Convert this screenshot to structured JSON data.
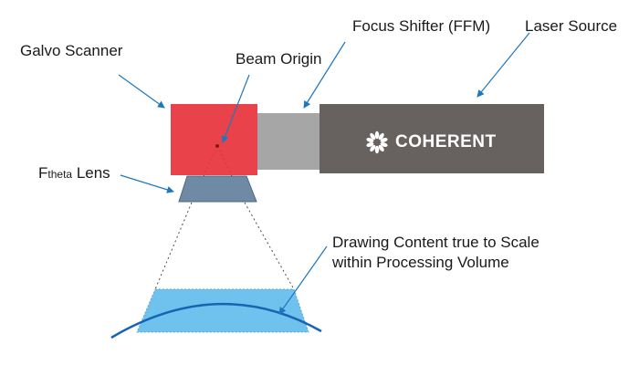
{
  "labels": {
    "galvo_scanner": "Galvo Scanner",
    "beam_origin": "Beam Origin",
    "focus_shifter": "Focus Shifter (FFM)",
    "laser_source": "Laser Source",
    "ftheta_prefix": "F",
    "ftheta_sub": "theta",
    "ftheta_suffix": " Lens",
    "drawing_line1": "Drawing Content true to Scale",
    "drawing_line2": "within Processing Volume"
  },
  "brand": {
    "name": "COHERENT",
    "icon": "coherent-starburst-icon"
  },
  "colors": {
    "galvo": "#e8323c",
    "focus_shifter": "#a7a6a6",
    "laser_source": "#67615f",
    "lens": "#6e8aa5",
    "arrow": "#1f78bd",
    "processing_volume": "#70c2ee",
    "curve": "#1665b0"
  }
}
